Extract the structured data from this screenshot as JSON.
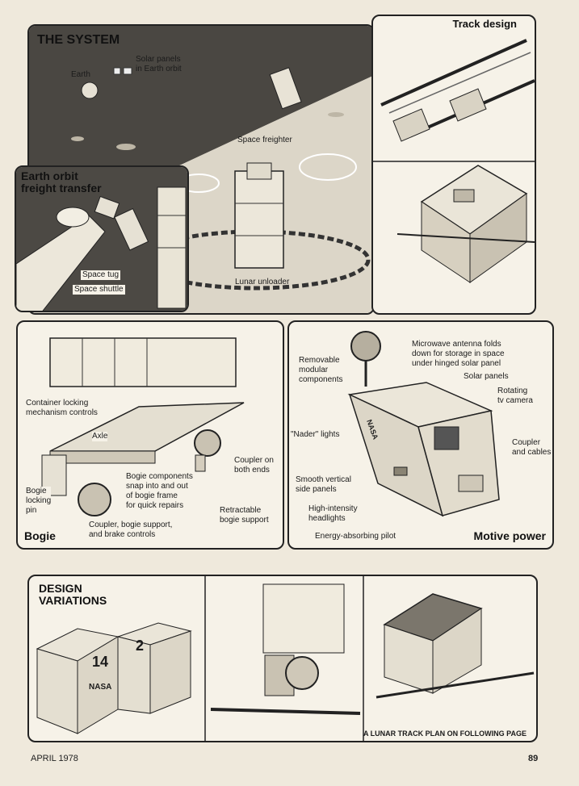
{
  "system": {
    "title": "THE SYSTEM",
    "labels": {
      "solar_panels": "Solar panels\nin Earth orbit",
      "earth": "Earth",
      "space_freighter": "Space freighter",
      "lunar_unloader": "Lunar unloader"
    }
  },
  "orbit": {
    "title": "Earth orbit\nfreight transfer",
    "labels": {
      "space_tug": "Space tug",
      "space_shuttle": "Space shuttle"
    }
  },
  "track": {
    "title": "Track design"
  },
  "bogie": {
    "title": "Bogie",
    "labels": {
      "container_locking": "Container locking\nmechanism controls",
      "axle": "Axle",
      "coupler_both": "Coupler on\nboth ends",
      "bogie_components": "Bogie components\nsnap into and out\nof bogie frame\nfor quick repairs",
      "retractable": "Retractable\nbogie support",
      "locking_pin": "Bogie\nlocking\npin",
      "coupler_support": "Coupler, bogie support,\nand brake controls"
    }
  },
  "motive": {
    "title": "Motive power",
    "labels": {
      "microwave": "Microwave antenna folds\ndown for storage in space\nunder hinged solar panel",
      "removable": "Removable\nmodular\ncomponents",
      "solar_panels": "Solar panels",
      "rotating": "Rotating\ntv camera",
      "nader": "\"Nader\" lights",
      "coupler_cables": "Coupler\nand cables",
      "smooth": "Smooth vertical\nside panels",
      "headlights": "High-intensity\nheadlights",
      "pilot": "Energy-absorbing pilot"
    },
    "nasa": "NASA"
  },
  "variations": {
    "title": "DESIGN\nVARIATIONS",
    "car_numbers": [
      "14",
      "2"
    ],
    "nasa": "NASA",
    "caption": "A LUNAR TRACK PLAN ON FOLLOWING PAGE"
  },
  "footer": {
    "date": "APRIL 1978",
    "page": "89"
  }
}
